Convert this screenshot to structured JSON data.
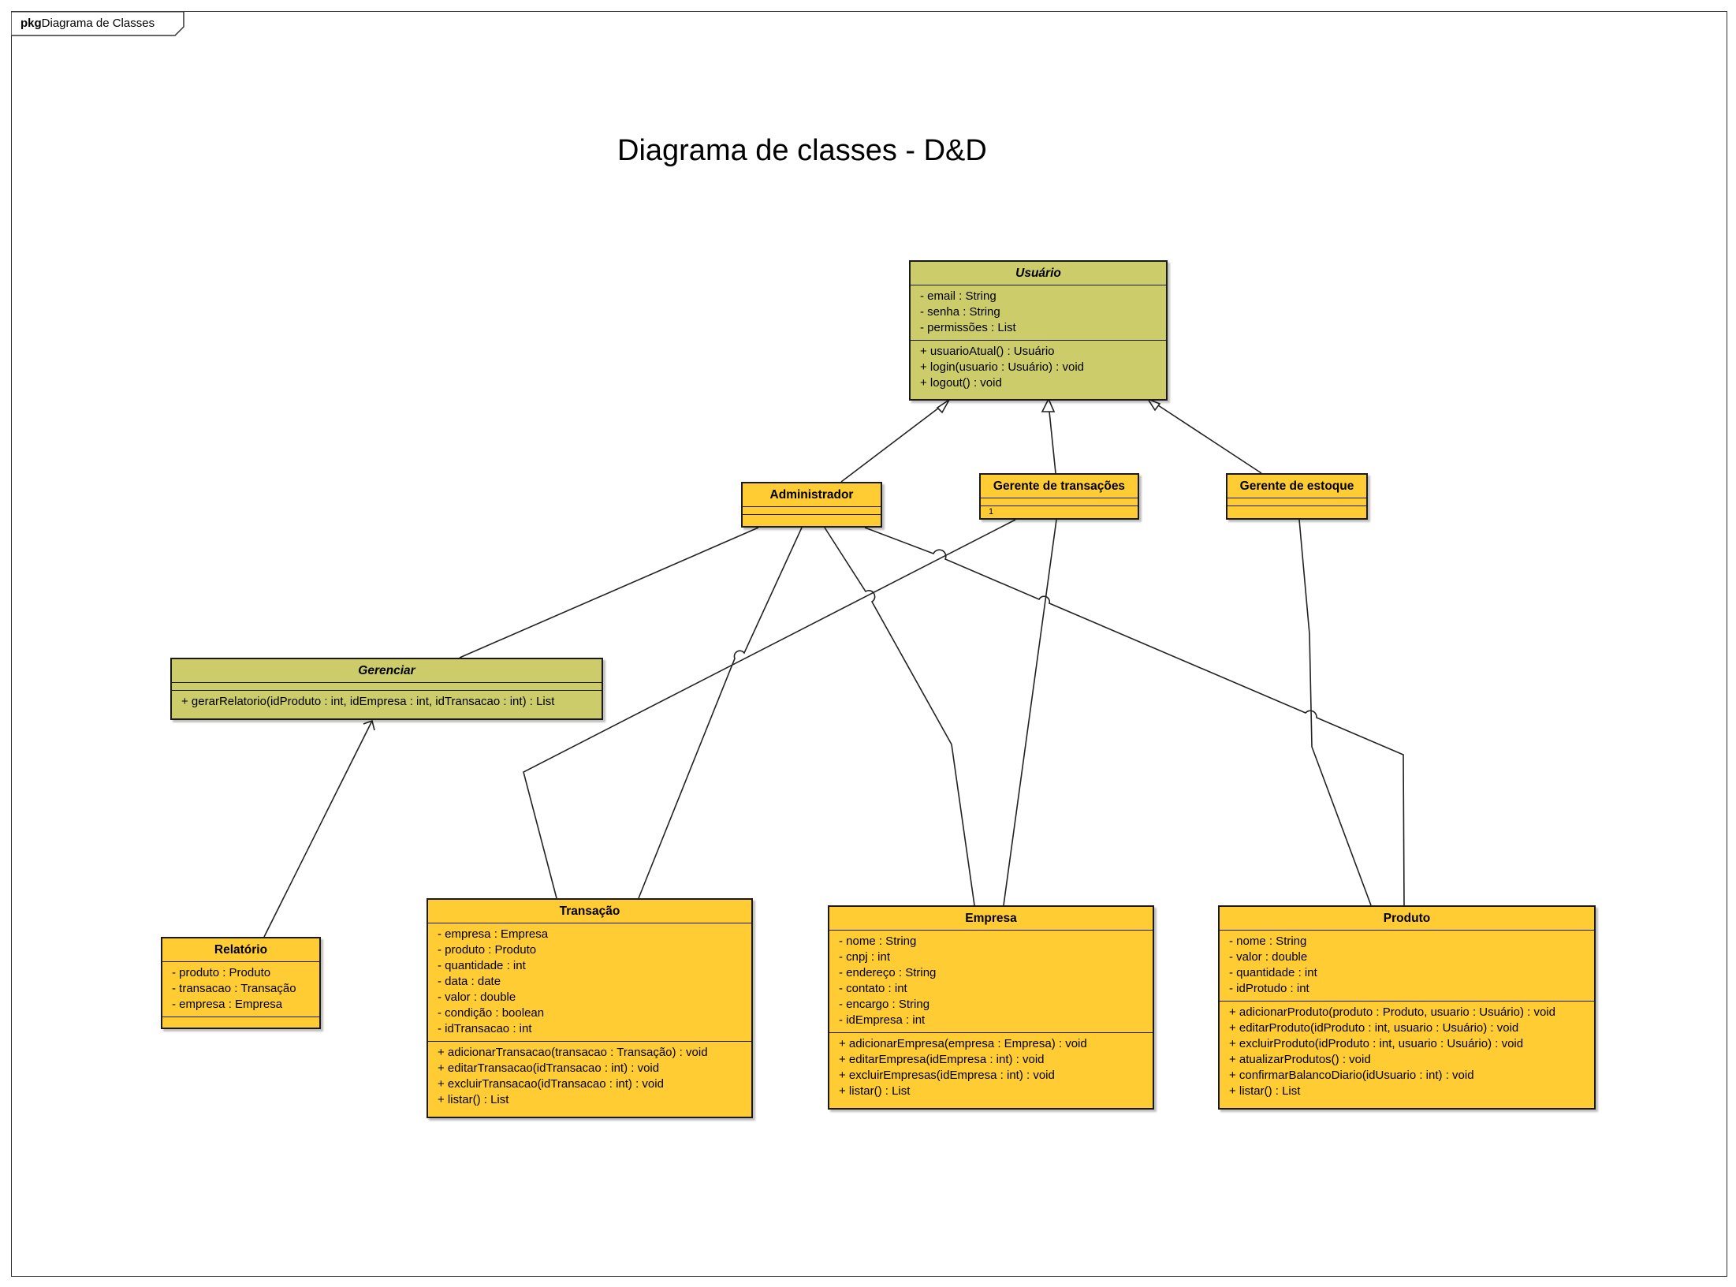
{
  "package": {
    "keyword": "pkg",
    "name": "Diagrama de Classes"
  },
  "title": "Diagrama de classes - D&D",
  "colors": {
    "class_fill": "#ffcc33",
    "abstract_fill": "#cccc6b",
    "border": "#1a1a1a"
  },
  "classes": {
    "usuario": {
      "name": "Usuário",
      "attributes": [
        "- email : String",
        "- senha : String",
        "- permissões : List"
      ],
      "operations": [
        "+ usuarioAtual() : Usuário",
        "+ login(usuario : Usuário) : void",
        "+ logout() : void"
      ]
    },
    "administrador": {
      "name": "Administrador"
    },
    "gerente_transacoes": {
      "name": "Gerente de transações",
      "multiplicity": "1"
    },
    "gerente_estoque": {
      "name": "Gerente de estoque"
    },
    "gerenciar": {
      "name": "Gerenciar",
      "operations": [
        "+ gerarRelatorio(idProduto : int, idEmpresa : int, idTransacao : int) : List"
      ]
    },
    "relatorio": {
      "name": "Relatório",
      "attributes": [
        "- produto : Produto",
        "- transacao : Transação",
        "- empresa : Empresa"
      ]
    },
    "transacao": {
      "name": "Transação",
      "attributes": [
        "- empresa : Empresa",
        "- produto : Produto",
        "- quantidade : int",
        "- data : date",
        "- valor : double",
        "- condição : boolean",
        "- idTransacao : int"
      ],
      "operations": [
        "+ adicionarTransacao(transacao : Transação) : void",
        "+ editarTransacao(idTransacao : int) : void",
        "+ excluirTransacao(idTransacao : int) : void",
        "+ listar() : List"
      ]
    },
    "empresa": {
      "name": "Empresa",
      "attributes": [
        "- nome : String",
        "- cnpj : int",
        "- endereço : String",
        "- contato : int",
        "- encargo : String",
        "- idEmpresa : int"
      ],
      "operations": [
        "+ adicionarEmpresa(empresa : Empresa) : void",
        "+ editarEmpresa(idEmpresa : int) : void",
        "+ excluirEmpresas(idEmpresa : int) : void",
        "+ listar() : List"
      ]
    },
    "produto": {
      "name": "Produto",
      "attributes": [
        "- nome : String",
        "- valor : double",
        "- quantidade : int",
        "- idProtudo : int"
      ],
      "operations": [
        "+ adicionarProduto(produto : Produto, usuario : Usuário) : void",
        "+ editarProduto(idProduto : int, usuario : Usuário) : void",
        "+ excluirProduto(idProduto : int, usuario : Usuário) : void",
        "+ atualizarProdutos() : void",
        "+ confirmarBalancoDiario(idUsuario : int) : void",
        "+ listar() : List"
      ]
    }
  }
}
